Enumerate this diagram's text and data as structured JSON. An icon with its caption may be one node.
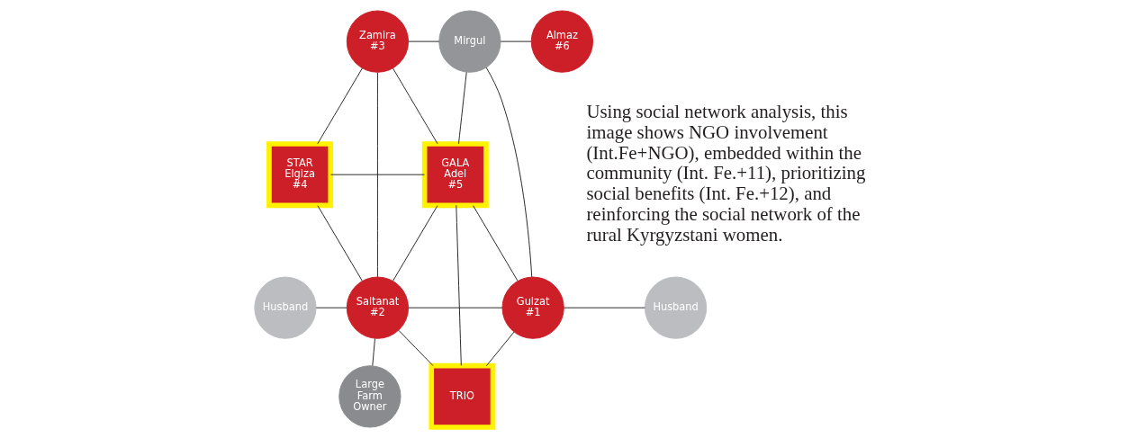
{
  "diagram": {
    "nodes": [
      {
        "text": [
          "Zamira",
          "#3"
        ]
      },
      {
        "text": [
          "Mirgul"
        ]
      },
      {
        "text": [
          "Almaz",
          "#6"
        ]
      },
      {
        "text": [
          "STAR",
          "Elgiza",
          "#4"
        ]
      },
      {
        "text": [
          "GALA",
          "Adel",
          "#5"
        ]
      },
      {
        "text": [
          "Husband"
        ]
      },
      {
        "text": [
          "Saltanat",
          "#2"
        ]
      },
      {
        "text": [
          "Gulzat",
          "#1"
        ]
      },
      {
        "text": [
          "Husband"
        ]
      },
      {
        "text": [
          "Large Farm Owner"
        ]
      },
      {
        "text": [
          "TRIO"
        ]
      }
    ],
    "edges": [
      {
        "from": 0,
        "to": 1,
        "arrow": "none"
      },
      {
        "from": 1,
        "to": 2,
        "arrow": "none"
      },
      {
        "from": 0,
        "to": 3,
        "arrow": "none"
      },
      {
        "from": 0,
        "to": 4,
        "arrow": "none"
      },
      {
        "from": 0,
        "to": 6,
        "arrow": "none"
      },
      {
        "from": 3,
        "to": 4,
        "arrow": "none"
      },
      {
        "from": 3,
        "to": 6,
        "arrow": "none"
      },
      {
        "from": 1,
        "to": 4,
        "arrow": "none"
      },
      {
        "from": 1,
        "to": 7,
        "arrow": "none"
      },
      {
        "from": 4,
        "to": 6,
        "arrow": "none"
      },
      {
        "from": 4,
        "to": 7,
        "arrow": "none"
      },
      {
        "from": 4,
        "to": 10,
        "arrow": "none"
      },
      {
        "from": 5,
        "to": 6,
        "arrow": "none"
      },
      {
        "from": 6,
        "to": 7,
        "arrow": "none"
      },
      {
        "from": 7,
        "to": 8,
        "arrow": "none"
      },
      {
        "from": 6,
        "to": 9,
        "arrow": "none"
      },
      {
        "from": 6,
        "to": 10,
        "arrow": "none"
      },
      {
        "from": 7,
        "to": 10,
        "arrow": "none"
      }
    ],
    "labels": [
      "Using social network analysis, this image shows NGO involvement (Int.Fe+NGO), embedded within the community (Int. Fe.+11), prioritizing social benefits (Int. Fe.+12), and reinforcing the social network of the rural Kyrgyzstani women."
    ]
  }
}
